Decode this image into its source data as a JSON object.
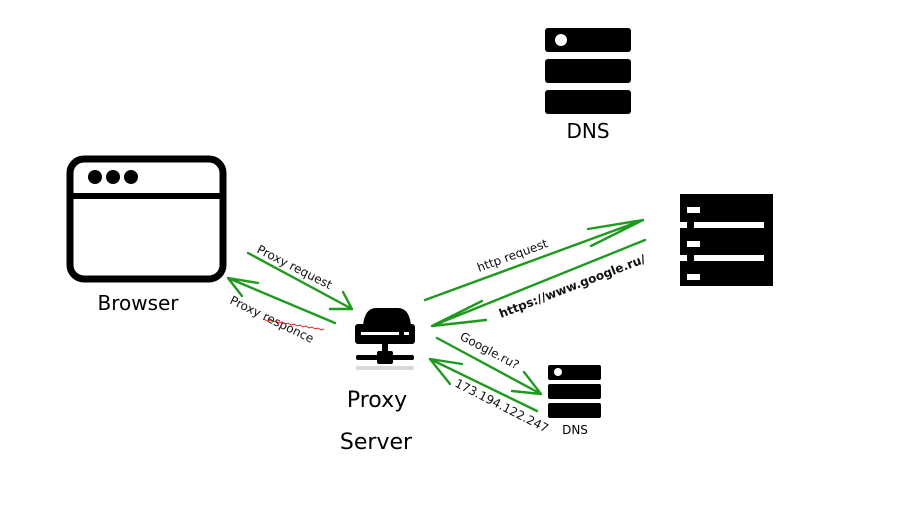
{
  "diagram": {
    "type": "network-flow",
    "accent_color": "#1f9a1f",
    "nodes": {
      "browser": {
        "label": "Browser",
        "icon": "browser-window-icon"
      },
      "proxy": {
        "label_line1": "Proxy",
        "label_line2": "Server",
        "icon": "proxy-server-icon"
      },
      "dns_top": {
        "label": "DNS",
        "icon": "dns-server-icon"
      },
      "web_server": {
        "label": "",
        "icon": "web-server-icon"
      },
      "dns_small": {
        "label": "DNS",
        "icon": "dns-server-icon"
      }
    },
    "edges": [
      {
        "from": "browser",
        "to": "proxy",
        "label": "Proxy request"
      },
      {
        "from": "proxy",
        "to": "browser",
        "label": "Proxy responce"
      },
      {
        "from": "proxy",
        "to": "web_server",
        "label": "http request"
      },
      {
        "from": "web_server",
        "to": "proxy",
        "label": "https://www.google.ru/"
      },
      {
        "from": "proxy",
        "to": "dns_small",
        "label": "Google.ru?"
      },
      {
        "from": "dns_small",
        "to": "proxy",
        "label": "173.194.122.247"
      }
    ]
  }
}
